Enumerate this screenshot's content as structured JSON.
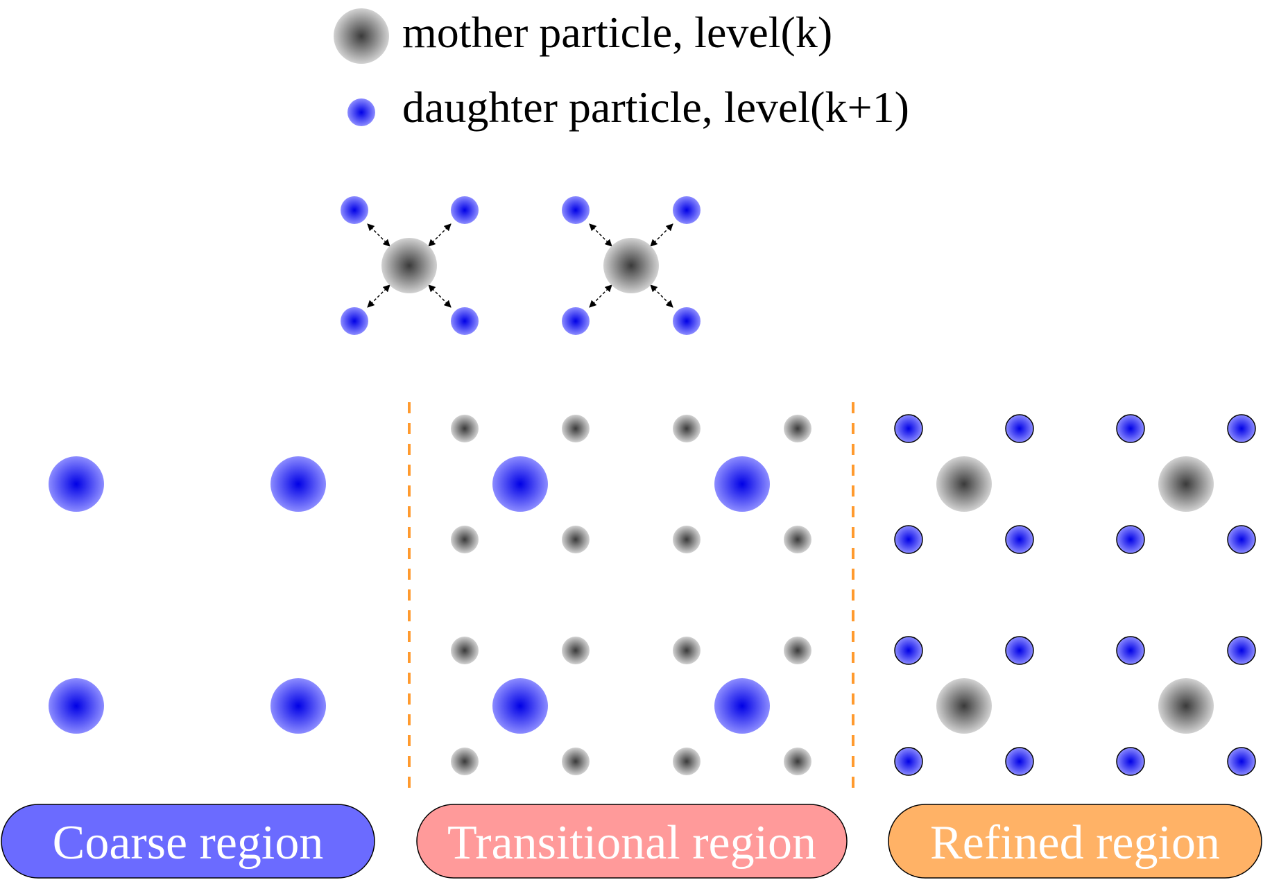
{
  "legend": {
    "mother_label": "mother particle, level(k)",
    "daughter_label": "daughter particle, level(k+1)"
  },
  "regions": {
    "coarse": "Coarse region",
    "transitional": "Transitional region",
    "refined": "Refined region"
  },
  "colors": {
    "mother_center": "#3a3a3a",
    "mother_edge": "#cfcfcf",
    "daughter_center": "#0000e6",
    "daughter_edge": "#8c8cff",
    "divider": "#ff9a2e",
    "coarse_badge": "#6b6bff",
    "transitional_badge": "#ff9a9a",
    "refined_badge": "#ffb266"
  }
}
